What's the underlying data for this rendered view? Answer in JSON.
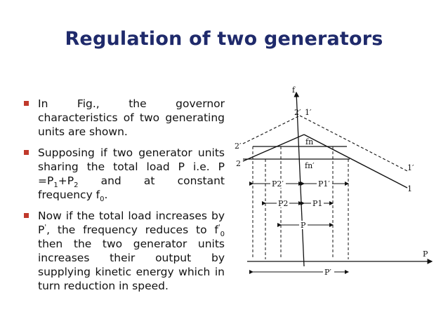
{
  "title": "Regulation of two generators",
  "bullets": {
    "b1": "In Fig., the governor characteristics of two generating units are shown.",
    "b2_part1": "Supposing if two generator units sharing the total load P i.e. P =P",
    "b2_sub1": "1",
    "b2_plus": "+P",
    "b2_sub2": "2",
    "b2_part2": " and at constant frequency f",
    "b2_sub3": "0",
    "b2_end": ".",
    "b3_part1": "Now if the total load increases by P",
    "b3_sup": "'",
    "b3_part2": ", the frequency reduces to f",
    "b3_sup2": "'",
    "b3_sub": "0",
    "b3_part3": " then the two generator units increases their output by supplying kinetic energy which in turn reduction in speed."
  },
  "figure": {
    "axis_f": "f",
    "axis_p": "P",
    "lbl_2p_top": "2′",
    "lbl_1p_top": "1′",
    "lbl_fn": "fn",
    "lbl_fn_prime": "fn′",
    "lbl_2p_left": "2′",
    "lbl_2_left": "2",
    "lbl_1p_right": "1′",
    "lbl_1_right": "1",
    "lbl_p2p": "P2′",
    "lbl_p1p": "P1′",
    "lbl_p2": "P2",
    "lbl_p1": "P1",
    "lbl_p": "P",
    "lbl_pprime": "P′"
  }
}
